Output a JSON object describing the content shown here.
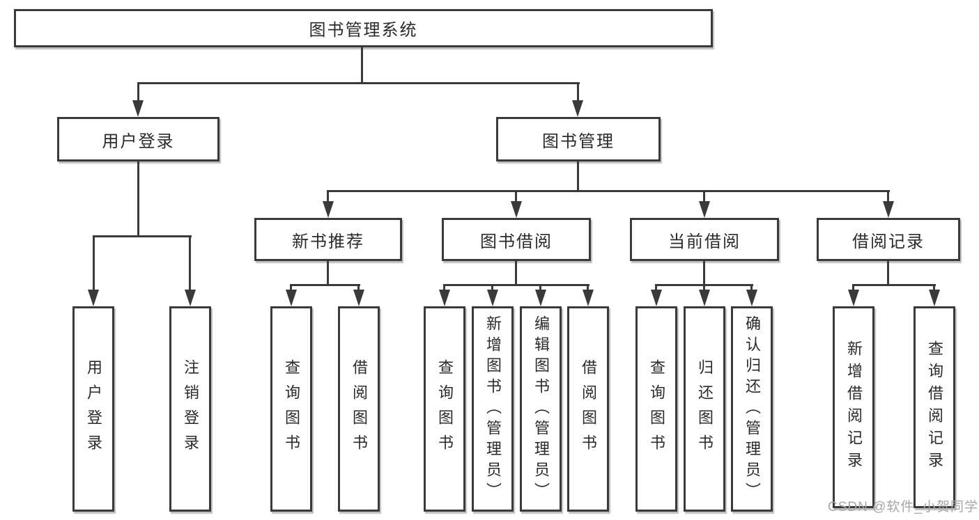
{
  "diagram": {
    "root": "图书管理系统",
    "level2": {
      "user_login": "用户登录",
      "book_mgmt": "图书管理"
    },
    "level3": {
      "new_books": "新书推荐",
      "book_borrow": "图书借阅",
      "current_borrow": "当前借阅",
      "borrow_records": "借阅记录"
    },
    "leaves": {
      "user_login": "用户登录",
      "logout": "注销登录",
      "nb_query": "查询图书",
      "nb_borrow": "借阅图书",
      "bb_query": "查询图书",
      "bb_add": "新增图书（管理员）",
      "bb_edit": "编辑图书（管理员）",
      "bb_borrow": "借阅图书",
      "cb_query": "查询图书",
      "cb_return": "归还图书",
      "cb_confirm": "确认归还（管理员）",
      "br_add": "新增借阅记录",
      "br_query": "查询借阅记录"
    }
  },
  "watermark": {
    "text": "CSDN @软件_小贺同学"
  },
  "colors": {
    "line": "#3a3a3a",
    "box_fill": "#ffffff",
    "text": "#2a2a2a",
    "watermark": "#a6a6a6",
    "background": "#ffffff"
  }
}
